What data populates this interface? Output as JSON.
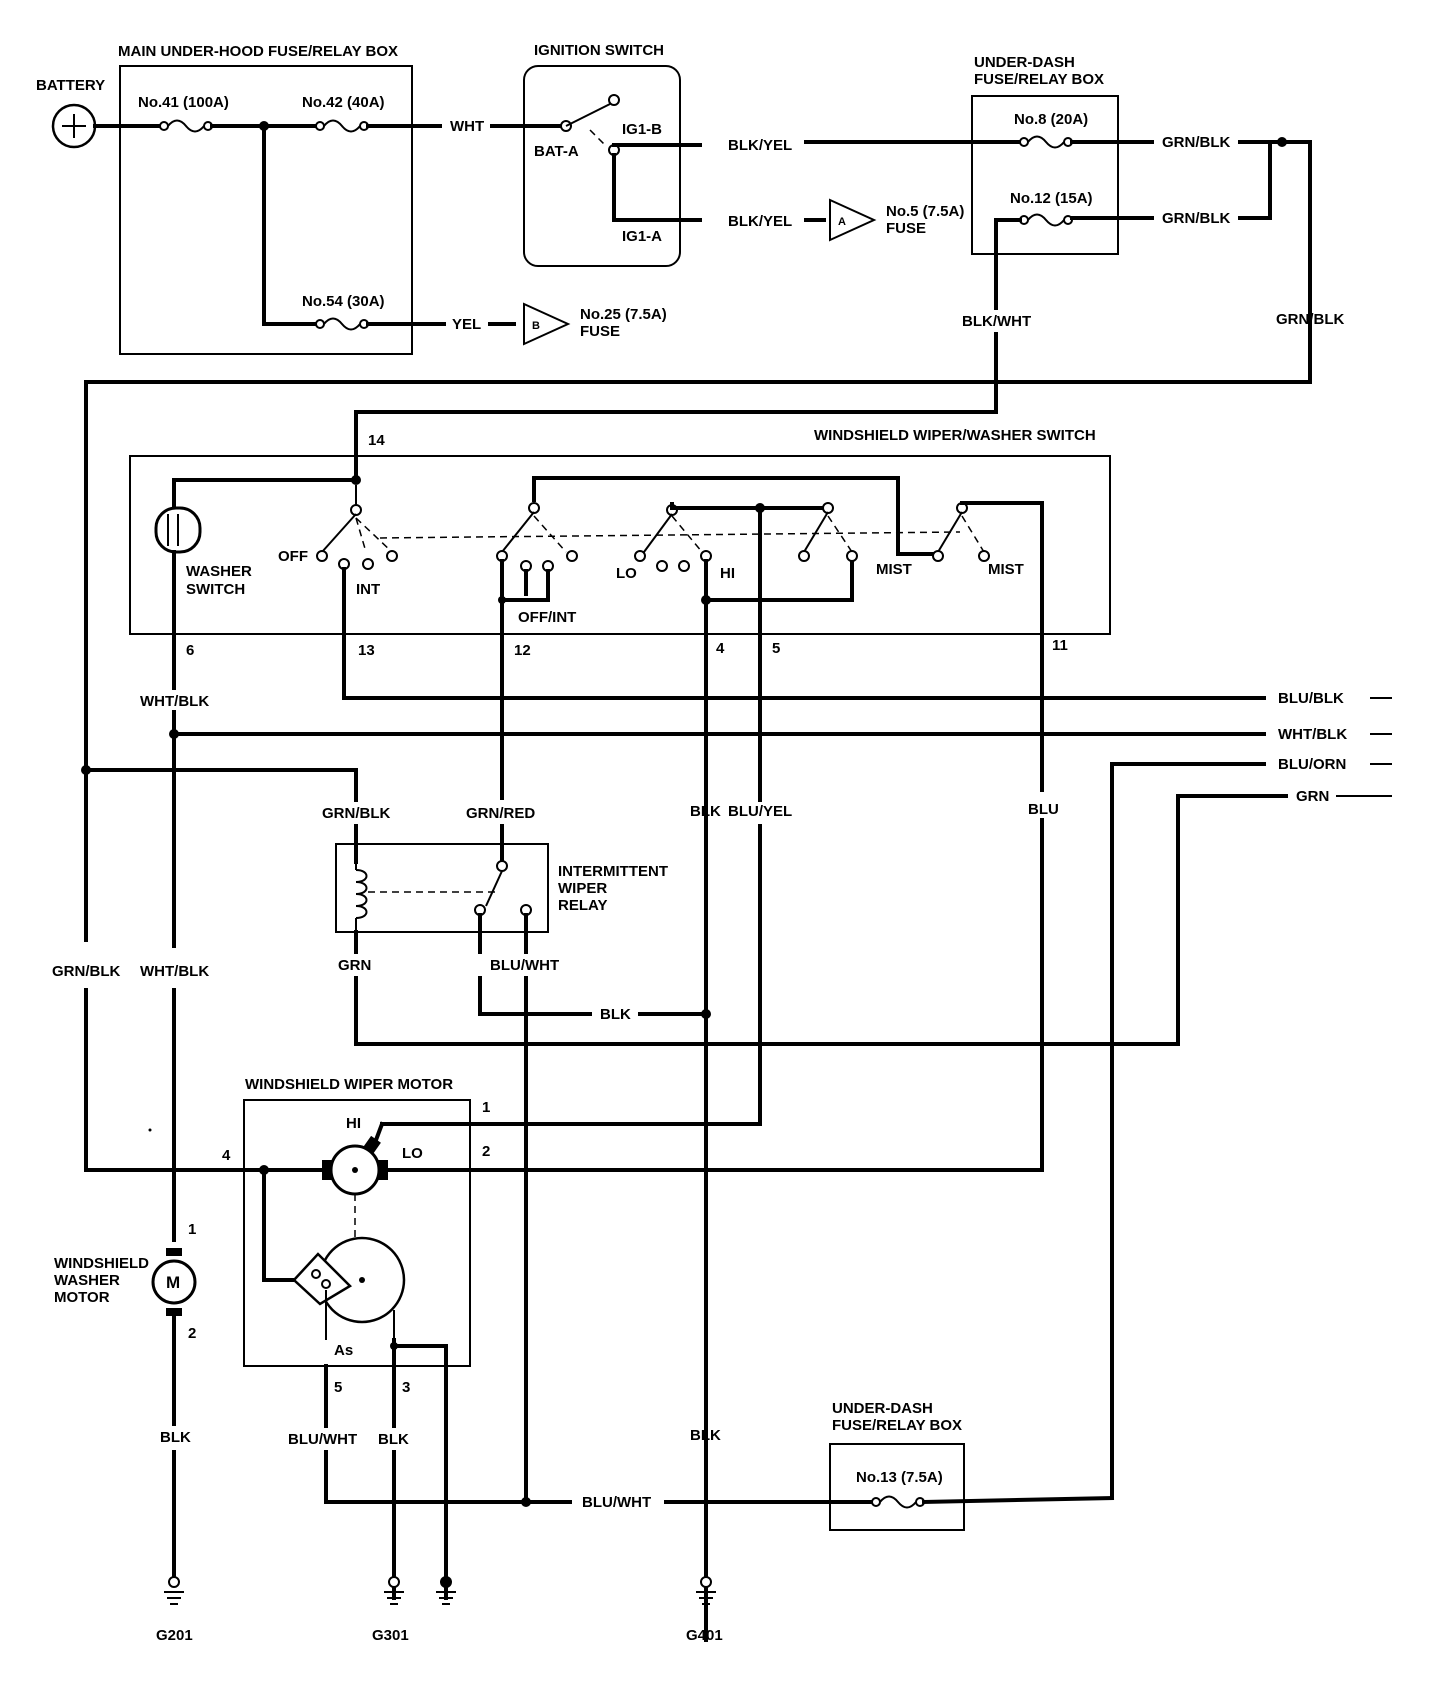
{
  "diagram": {
    "boxes": {
      "main_fuse_box": "MAIN UNDER-HOOD FUSE/RELAY BOX",
      "ignition_switch": "IGNITION SWITCH",
      "underdash_box_1": [
        "UNDER-DASH",
        "FUSE/RELAY BOX"
      ],
      "wiper_switch": "WINDSHIELD WIPER/WASHER SWITCH",
      "wiper_relay": [
        "INTERMITTENT",
        "WIPER",
        "RELAY"
      ],
      "wiper_motor": "WINDSHIELD WIPER MOTOR",
      "washer_motor": [
        "WINDSHIELD",
        "WASHER",
        "MOTOR"
      ],
      "underdash_box_2": [
        "UNDER-DASH",
        "FUSE/RELAY BOX"
      ]
    },
    "battery": "BATTERY",
    "fuses": {
      "f41": "No.41 (100A)",
      "f42": "No.42 (40A)",
      "f54": "No.54 (30A)",
      "f8": "No.8 (20A)",
      "f12": "No.12 (15A)",
      "f13": "No.13 (7.5A)",
      "f5": [
        "No.5 (7.5A)",
        "FUSE"
      ],
      "f25": [
        "No.25 (7.5A)",
        "FUSE"
      ]
    },
    "connectors": {
      "a": "A",
      "b": "B"
    },
    "ignition_terms": {
      "bat": "BAT-A",
      "ig1b": "IG1-B",
      "ig1a": "IG1-A"
    },
    "wires": {
      "wht": "WHT",
      "yel": "YEL",
      "blk_yel_1": "BLK/YEL",
      "blk_yel_2": "BLK/YEL",
      "grn_blk_1": "GRN/BLK",
      "grn_blk_2": "GRN/BLK",
      "grn_blk_3": "GRN/BLK",
      "blk_wht": "BLK/WHT",
      "wht_blk_1": "WHT/BLK",
      "blu_blk": "BLU/BLK",
      "wht_blk_2": "WHT/BLK",
      "blu_orn": "BLU/ORN",
      "grn_1": "GRN",
      "grn_blk_4": "GRN/BLK",
      "grn_red": "GRN/RED",
      "blk_1": "BLK",
      "blu_yel": "BLU/YEL",
      "blu": "BLU",
      "grn_blk_5": "GRN/BLK",
      "wht_blk_3": "WHT/BLK",
      "grn_2": "GRN",
      "blu_wht_1": "BLU/WHT",
      "blk_2": "BLK",
      "blk_3": "BLK",
      "blu_wht_2": "BLU/WHT",
      "blk_4": "BLK",
      "blk_5": "BLK",
      "blu_wht_3": "BLU/WHT"
    },
    "switch_labels": {
      "washer": [
        "WASHER",
        "SWITCH"
      ],
      "off": "OFF",
      "int": "INT",
      "off_int": "OFF/INT",
      "lo": "LO",
      "hi": "HI",
      "mist1": "MIST",
      "mist2": "MIST"
    },
    "switch_pins": {
      "p14": "14",
      "p6": "6",
      "p13": "13",
      "p12": "12",
      "p4": "4",
      "p5": "5",
      "p11": "11"
    },
    "motor_labels": {
      "hi": "HI",
      "lo": "LO",
      "as": "As",
      "m": "M"
    },
    "motor_pins": {
      "p1": "1",
      "p2": "2",
      "p4": "4",
      "p5": "5",
      "p3": "3"
    },
    "washer_pins": {
      "p1": "1",
      "p2": "2"
    },
    "grounds": {
      "g201": "G201",
      "g301": "G301",
      "g401": "G401"
    }
  }
}
